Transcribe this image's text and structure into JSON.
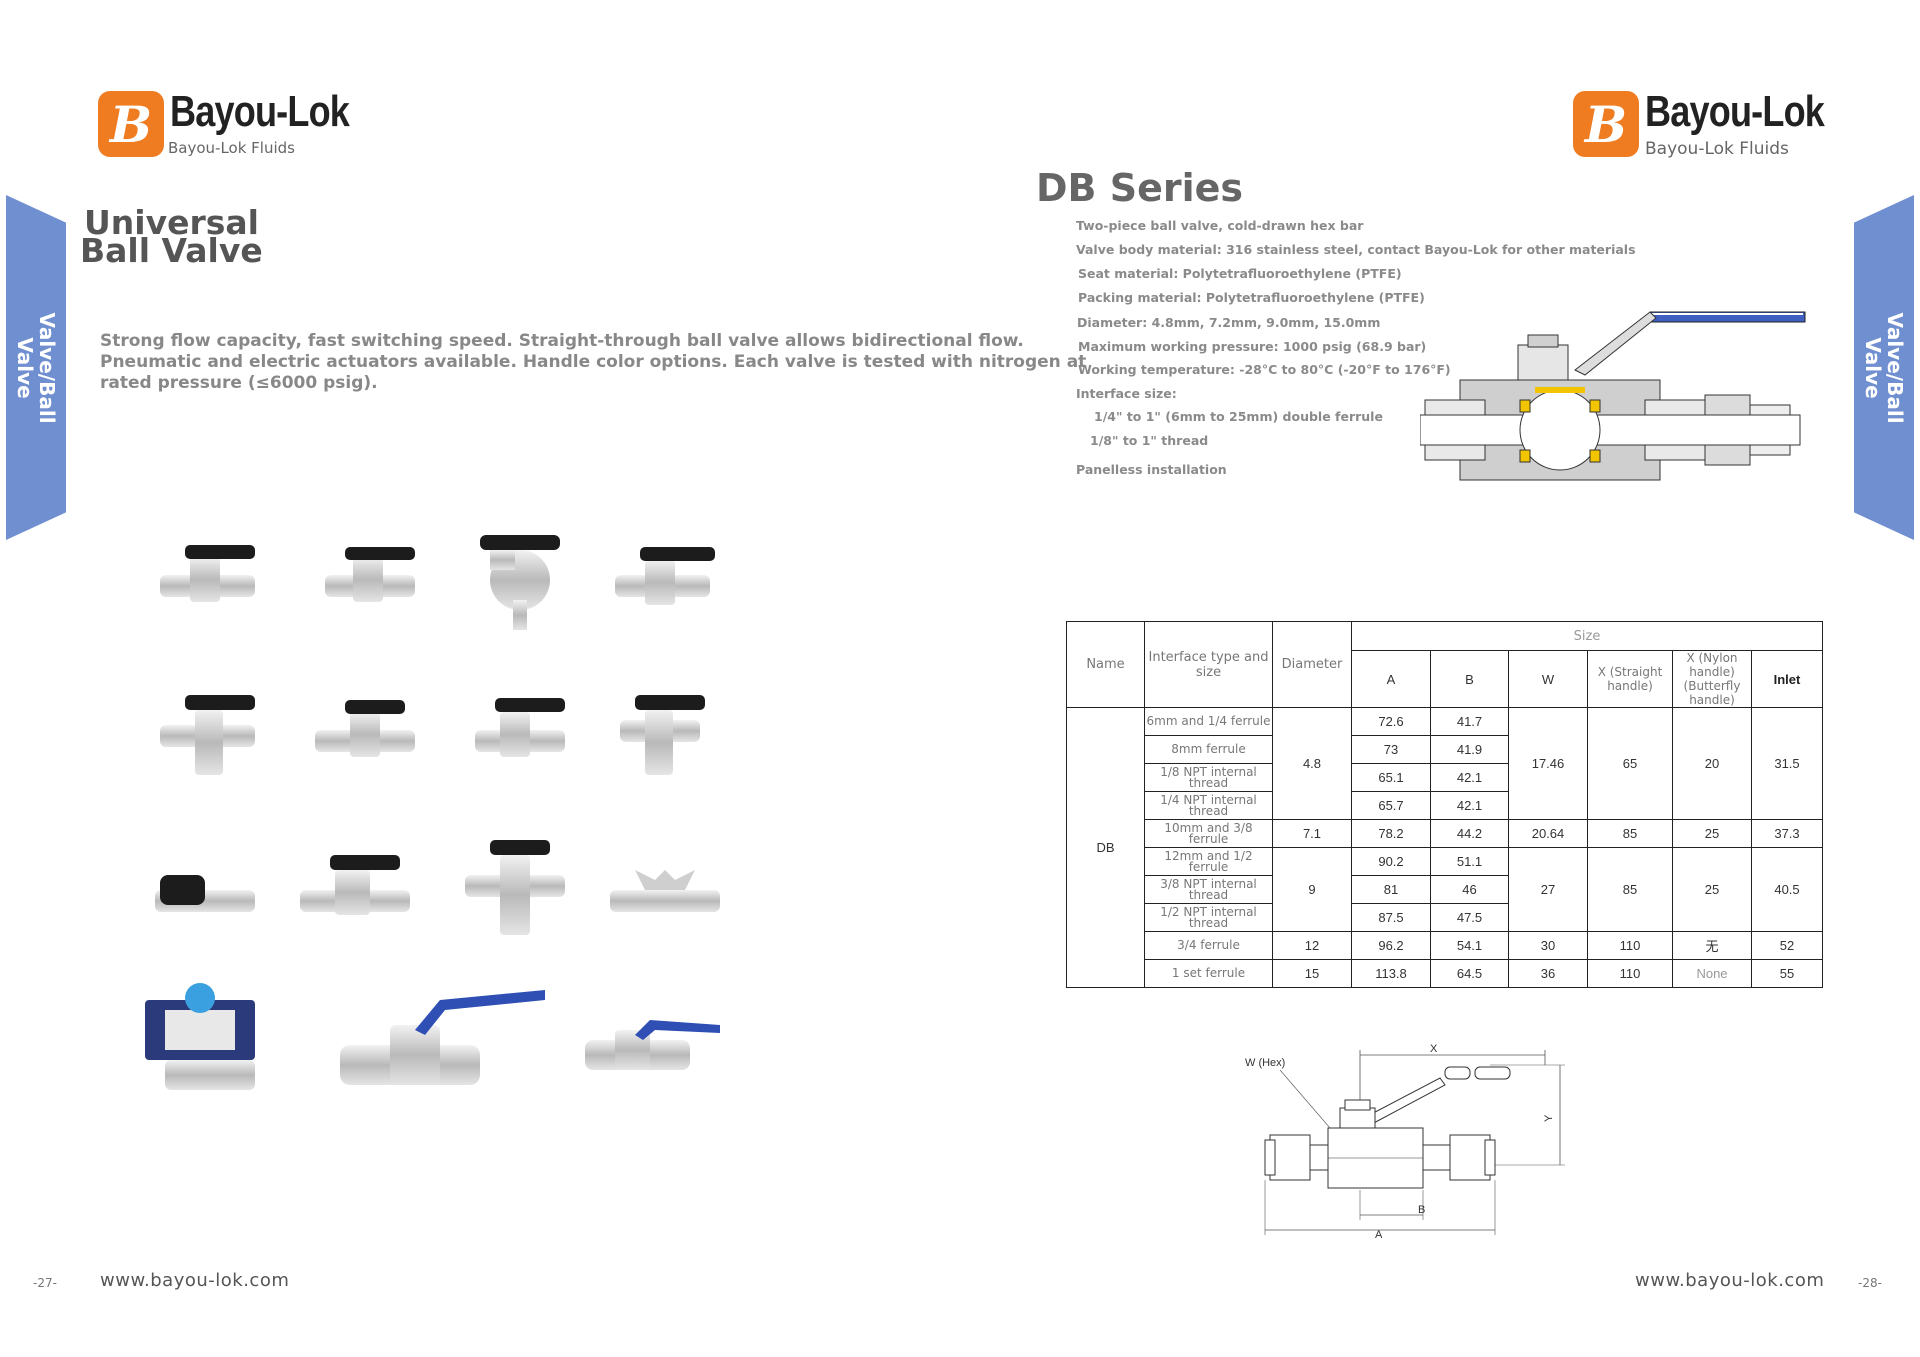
{
  "left_page": {
    "logo": {
      "name": "Bayou-Lok",
      "sub": "Bayou-Lok Fluids"
    },
    "side_tab": "Valve/Ball\nValve",
    "title_line1": "Universal",
    "title_line2": "Ball Valve",
    "intro": "Strong flow capacity, fast switching speed. Straight-through ball valve allows bidirectional flow. Pneumatic and electric actuators available. Handle color options. Each valve is tested with nitrogen at rated pressure (≤6000 psig).",
    "footer_url": "www.bayou-lok.com",
    "page_number": "-27-"
  },
  "right_page": {
    "logo": {
      "name": "Bayou-Lok",
      "sub": "Bayou-Lok Fluids"
    },
    "side_tab": "Valve/Ball\nValve",
    "series_title": "DB Series",
    "specs": [
      "Two-piece ball valve, cold-drawn hex bar",
      "Valve body material: 316 stainless steel, contact Bayou-Lok for other materials",
      "Seat material: Polytetrafluoroethylene (PTFE)",
      "Packing material: Polytetrafluoroethylene (PTFE)",
      "Diameter: 4.8mm, 7.2mm, 9.0mm, 15.0mm",
      "Maximum working pressure: 1000 psig (68.9 bar)",
      "Working temperature: -28°C to 80°C (-20°F to 176°F)",
      "Interface size:",
      "1/4\" to 1\" (6mm to 25mm) double ferrule",
      "1/8\" to 1\" thread",
      "Panelless installation"
    ],
    "table": {
      "headers": {
        "name": "Name",
        "interface": "Interface type and size",
        "diameter": "Diameter",
        "size": "Size",
        "a": "A",
        "b": "B",
        "w": "W",
        "x_straight": "X (Straight handle)",
        "x_nylon": "X (Nylon handle) (Butterfly handle)",
        "inlet": "Inlet"
      },
      "series_name": "DB",
      "rows": [
        {
          "iface": "6mm and 1/4 ferrule",
          "a": "72.6",
          "b": "41.7"
        },
        {
          "iface": "8mm ferrule",
          "a": "73",
          "b": "41.9"
        },
        {
          "iface": "1/8 NPT internal thread",
          "a": "65.1",
          "b": "42.1"
        },
        {
          "iface": "1/4 NPT internal thread",
          "a": "65.7",
          "b": "42.1"
        },
        {
          "iface": "10mm and 3/8 ferrule",
          "a": "78.2",
          "b": "44.2"
        },
        {
          "iface": "12mm and 1/2 ferrule",
          "a": "90.2",
          "b": "51.1"
        },
        {
          "iface": "3/8 NPT internal thread",
          "a": "81",
          "b": "46"
        },
        {
          "iface": "1/2 NPT internal thread",
          "a": "87.5",
          "b": "47.5"
        },
        {
          "iface": "3/4 ferrule",
          "a": "96.2",
          "b": "54.1"
        },
        {
          "iface": "1 set ferrule",
          "a": "113.8",
          "b": "64.5"
        }
      ],
      "groups": [
        {
          "diameter": "4.8",
          "w": "17.46",
          "x_straight": "65",
          "x_nylon": "20",
          "inlet": "31.5"
        },
        {
          "diameter": "7.1",
          "w": "20.64",
          "x_straight": "85",
          "x_nylon": "25",
          "inlet": "37.3"
        },
        {
          "diameter": "9",
          "w": "27",
          "x_straight": "85",
          "x_nylon": "25",
          "inlet": "40.5"
        },
        {
          "diameter": "12",
          "w": "30",
          "x_straight": "110",
          "x_nylon": "无",
          "inlet": "52"
        },
        {
          "diameter": "15",
          "w": "36",
          "x_straight": "110",
          "x_nylon": "None",
          "inlet": "55"
        }
      ]
    },
    "dimension_labels": {
      "w_hex": "W (Hex)",
      "x": "X",
      "y": "Y",
      "a": "A",
      "b": "B"
    },
    "footer_url": "www.bayou-lok.com",
    "page_number": "-28-"
  },
  "colors": {
    "brand_orange": "#f07c22",
    "tab_blue": "#6f8fd0",
    "handle_black": "#1c1c1c",
    "handle_blue": "#2f4fb5",
    "seat_yellow": "#f2c500"
  },
  "icons": [
    "logo-mark-icon"
  ]
}
